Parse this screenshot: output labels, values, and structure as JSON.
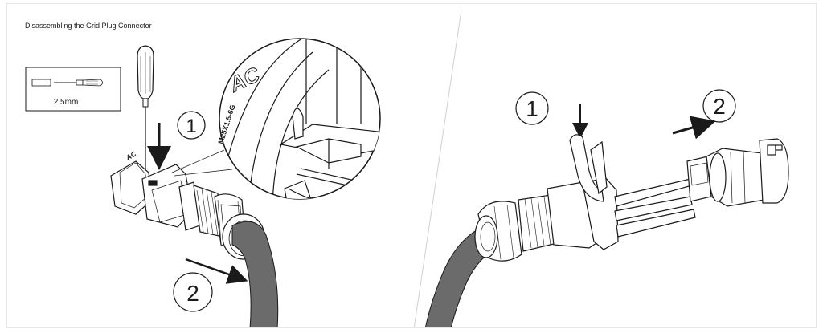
{
  "title": "Disassembling the Grid Plug Connector",
  "tool": {
    "size_label": "2.5mm"
  },
  "zoom_markings": {
    "ac": "AC",
    "thread": "M25X1.5-6G"
  },
  "left_panel": {
    "step1": "1",
    "step2": "2"
  },
  "right_panel": {
    "step1": "1",
    "step2": "2"
  },
  "colors": {
    "line": "#1a1a1a",
    "cable": "#6b6b6b",
    "divider": "#d0d0d0",
    "frame": "#e6e6e6"
  }
}
